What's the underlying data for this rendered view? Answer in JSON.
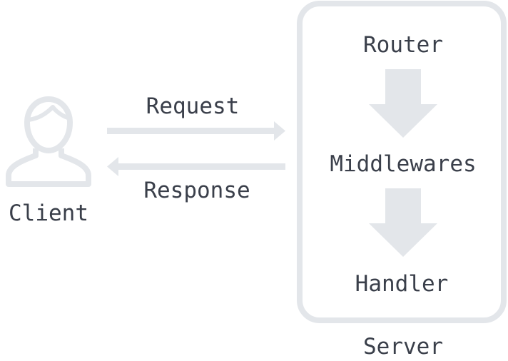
{
  "client": {
    "label": "Client"
  },
  "arrows": {
    "request_label": "Request",
    "response_label": "Response"
  },
  "server": {
    "label": "Server",
    "steps": [
      "Router",
      "Middlewares",
      "Handler"
    ]
  },
  "colors": {
    "shape": "#e3e6ea",
    "text": "#3a3f4a",
    "background": "#ffffff"
  }
}
